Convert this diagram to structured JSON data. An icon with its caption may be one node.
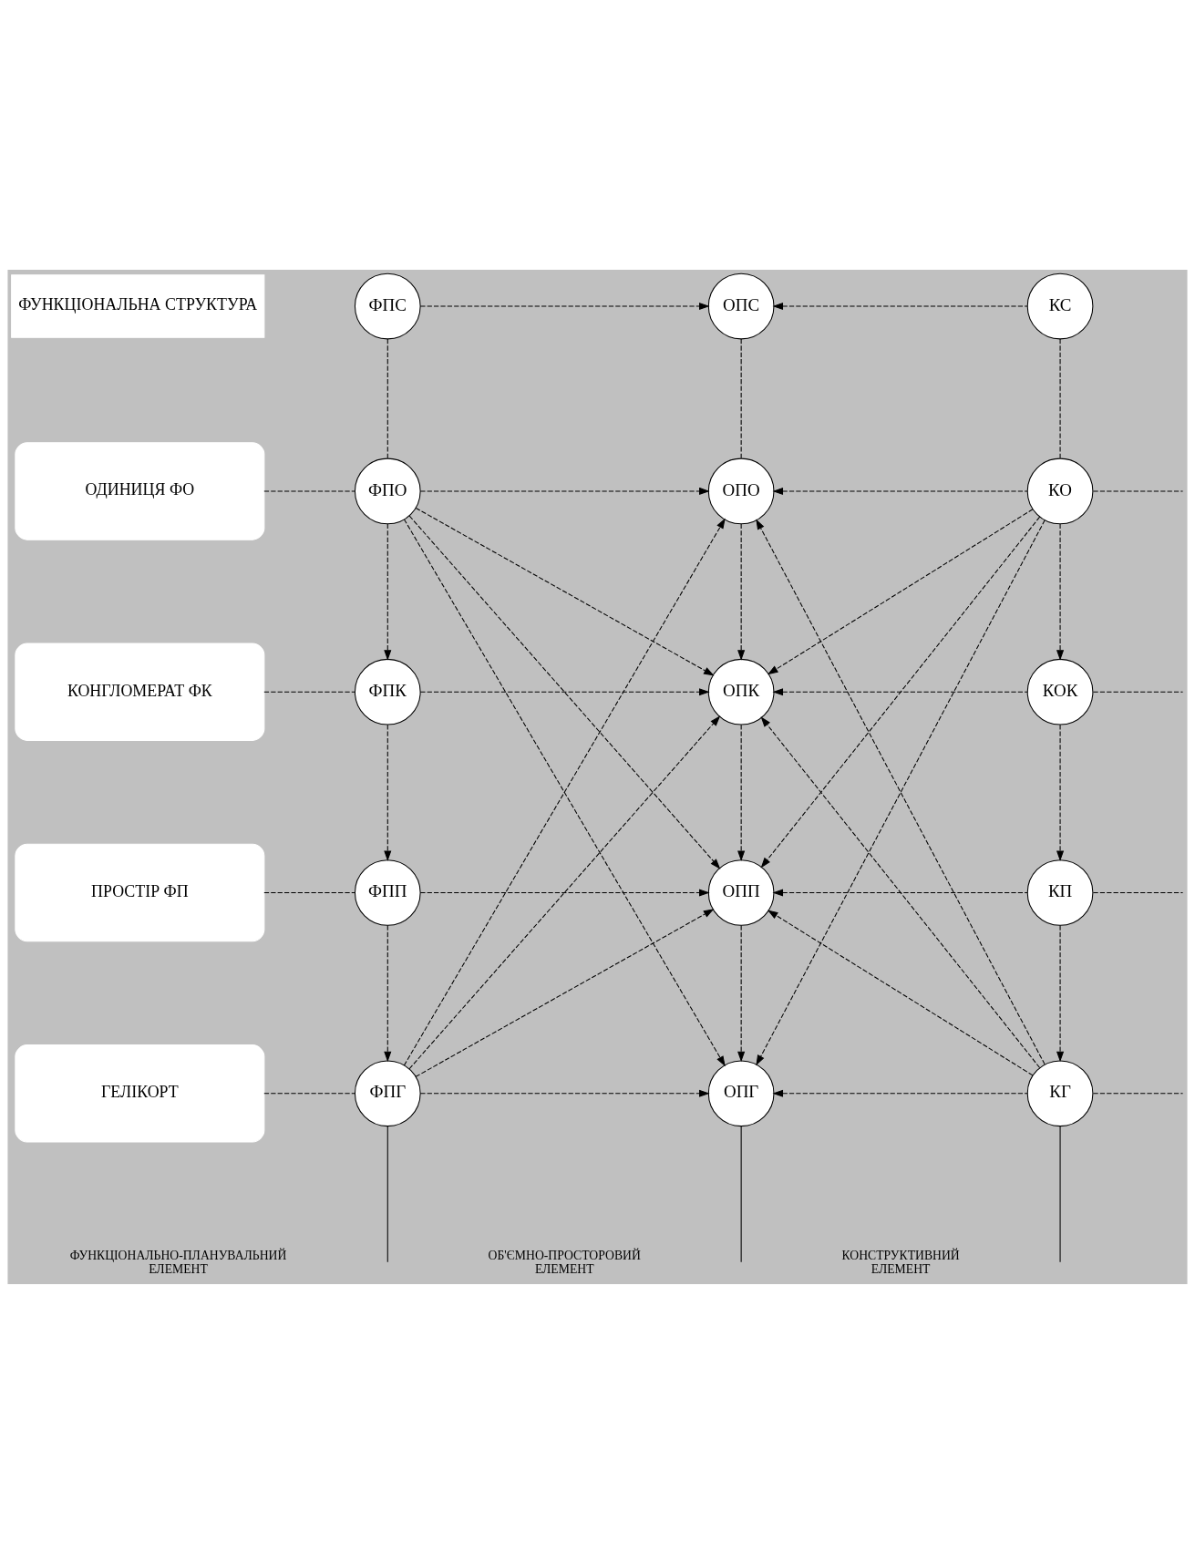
{
  "diagram": {
    "nodes": [
      {
        "text": [
          "ФУНКЦІОНАЛЬНА СТРУКТУРА"
        ]
      },
      {
        "text": [
          "ФПС"
        ]
      },
      {
        "text": [
          "ОПС"
        ]
      },
      {
        "text": [
          "КС"
        ]
      },
      {
        "text": [
          "ОДИНИЦЯ ФО"
        ]
      },
      {
        "text": [
          "ФПО"
        ]
      },
      {
        "text": [
          "ОПО"
        ]
      },
      {
        "text": [
          "КО"
        ]
      },
      {
        "text": [
          "КОНГЛОМЕРАТ ФК"
        ]
      },
      {
        "text": [
          "ФПК"
        ]
      },
      {
        "text": [
          "ОПК"
        ]
      },
      {
        "text": [
          "КОК"
        ]
      },
      {
        "text": [
          "ПРОСТІР ФП"
        ]
      },
      {
        "text": [
          "ФПП"
        ]
      },
      {
        "text": [
          "ОПП"
        ]
      },
      {
        "text": [
          "КП"
        ]
      },
      {
        "text": [
          "ГЕЛІКОРТ"
        ]
      },
      {
        "text": [
          "ФПГ"
        ]
      },
      {
        "text": [
          "ОПГ"
        ]
      },
      {
        "text": [
          "КГ"
        ]
      }
    ],
    "edges": [
      {
        "from": 1,
        "to": 2,
        "arrow": "to",
        "style": "dashed"
      },
      {
        "from": 3,
        "to": 2,
        "arrow": "to",
        "style": "dashed"
      },
      {
        "from": 1,
        "to": 5,
        "arrow": "none",
        "style": "dashed"
      },
      {
        "from": 2,
        "to": 6,
        "arrow": "none",
        "style": "dashed"
      },
      {
        "from": 3,
        "to": 7,
        "arrow": "none",
        "style": "dashed"
      },
      {
        "from": 4,
        "to": 5,
        "arrow": "none",
        "style": "dashed"
      },
      {
        "from": 5,
        "to": 6,
        "arrow": "to",
        "style": "dashed"
      },
      {
        "from": 7,
        "to": 6,
        "arrow": "to",
        "style": "dashed"
      },
      {
        "from": 7,
        "to": null,
        "arrow": "none",
        "style": "dashed"
      },
      {
        "from": 5,
        "to": 9,
        "arrow": "to",
        "style": "dashed"
      },
      {
        "from": 6,
        "to": 10,
        "arrow": "to",
        "style": "dashed"
      },
      {
        "from": 7,
        "to": 11,
        "arrow": "to",
        "style": "dashed"
      },
      {
        "from": 5,
        "to": 10,
        "arrow": "to",
        "style": "dashed"
      },
      {
        "from": 5,
        "to": 14,
        "arrow": "to",
        "style": "dashed"
      },
      {
        "from": 5,
        "to": 18,
        "arrow": "to",
        "style": "dashed"
      },
      {
        "from": 7,
        "to": 10,
        "arrow": "to",
        "style": "dashed"
      },
      {
        "from": 7,
        "to": 14,
        "arrow": "to",
        "style": "dashed"
      },
      {
        "from": 7,
        "to": 18,
        "arrow": "to",
        "style": "dashed"
      },
      {
        "from": 8,
        "to": 9,
        "arrow": "none",
        "style": "dashed"
      },
      {
        "from": 9,
        "to": 10,
        "arrow": "to",
        "style": "dashed"
      },
      {
        "from": 11,
        "to": 10,
        "arrow": "to",
        "style": "dashed"
      },
      {
        "from": 11,
        "to": null,
        "arrow": "none",
        "style": "dashed"
      },
      {
        "from": 9,
        "to": 13,
        "arrow": "to",
        "style": "dashed"
      },
      {
        "from": 10,
        "to": 14,
        "arrow": "to",
        "style": "dashed"
      },
      {
        "from": 11,
        "to": 15,
        "arrow": "to",
        "style": "dashed"
      },
      {
        "from": 12,
        "to": 13,
        "arrow": "none",
        "style": "dashed"
      },
      {
        "from": 13,
        "to": 14,
        "arrow": "to",
        "style": "dashed"
      },
      {
        "from": 15,
        "to": 14,
        "arrow": "to",
        "style": "dashed"
      },
      {
        "from": 15,
        "to": null,
        "arrow": "none",
        "style": "dashed"
      },
      {
        "from": 13,
        "to": 17,
        "arrow": "to",
        "style": "dashed"
      },
      {
        "from": 14,
        "to": 18,
        "arrow": "to",
        "style": "dashed"
      },
      {
        "from": 15,
        "to": 19,
        "arrow": "to",
        "style": "dashed"
      },
      {
        "from": 17,
        "to": 14,
        "arrow": "to",
        "style": "dashed"
      },
      {
        "from": 17,
        "to": 10,
        "arrow": "to",
        "style": "dashed"
      },
      {
        "from": 17,
        "to": 6,
        "arrow": "to",
        "style": "dashed"
      },
      {
        "from": 19,
        "to": 14,
        "arrow": "to",
        "style": "dashed"
      },
      {
        "from": 19,
        "to": 10,
        "arrow": "to",
        "style": "dashed"
      },
      {
        "from": 19,
        "to": 6,
        "arrow": "to",
        "style": "dashed"
      },
      {
        "from": 16,
        "to": 17,
        "arrow": "none",
        "style": "dashed"
      },
      {
        "from": 17,
        "to": 18,
        "arrow": "to",
        "style": "dashed"
      },
      {
        "from": 19,
        "to": 18,
        "arrow": "to",
        "style": "dashed"
      },
      {
        "from": 19,
        "to": null,
        "arrow": "none"
      },
      {
        "from": 17,
        "to": null,
        "arrow": "none"
      },
      {
        "from": 18,
        "to": null,
        "arrow": "none"
      },
      {
        "from": 19,
        "to": null,
        "arrow": "none",
        "style": "dashed"
      }
    ],
    "labels": [
      "ФУНКЦІОНАЛЬНО-ПЛАНУВАЛЬНИЙ ЕЛЕМЕНТ",
      "ОБ'ЄМНО-ПРОСТОРОВИЙ ЕЛЕМЕНТ",
      "КОНСТРУКТИВНИЙ ЕЛЕМЕНТ"
    ]
  }
}
